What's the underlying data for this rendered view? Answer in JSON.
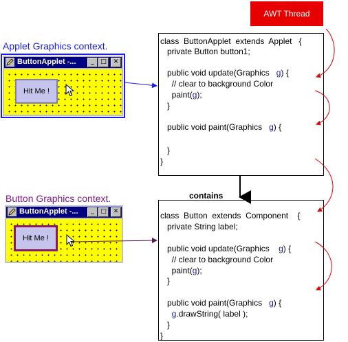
{
  "awt_thread": "AWT Thread",
  "applet_context": {
    "label": "Applet Graphics context.",
    "color": "#1e1ee6"
  },
  "button_context": {
    "label": "Button Graphics context.",
    "color": "#7a1a8a"
  },
  "window": {
    "title": "ButtonApplet -...",
    "button_label": "Hit Me !",
    "min_symbol": "_",
    "max_symbol": "□",
    "close_symbol": "✕"
  },
  "contains_label": "contains",
  "applet_class": {
    "lines": [
      "class  ButtonApplet  extends  Applet   {",
      "   private Button button1;",
      "",
      "   public void update(Graphics   g) {",
      "     // clear to background Color",
      "     paint(g);",
      "   }",
      "",
      "   public void paint(Graphics   g) {",
      "",
      "   }",
      "}"
    ]
  },
  "button_class": {
    "lines": [
      "class  Button  extends  Component    {",
      "   private String label;",
      "",
      "   public void update(Graphics    g) {",
      "     // clear to background Color",
      "     paint(g);",
      "   }",
      "",
      "   public void paint(Graphics   g) {",
      "     g.drawString( label );",
      "   }",
      "}"
    ]
  },
  "colors": {
    "awt": "#e60000",
    "code_var": "#1a1aa8",
    "yellow": "#ffff00",
    "titlebar": "#000080"
  }
}
